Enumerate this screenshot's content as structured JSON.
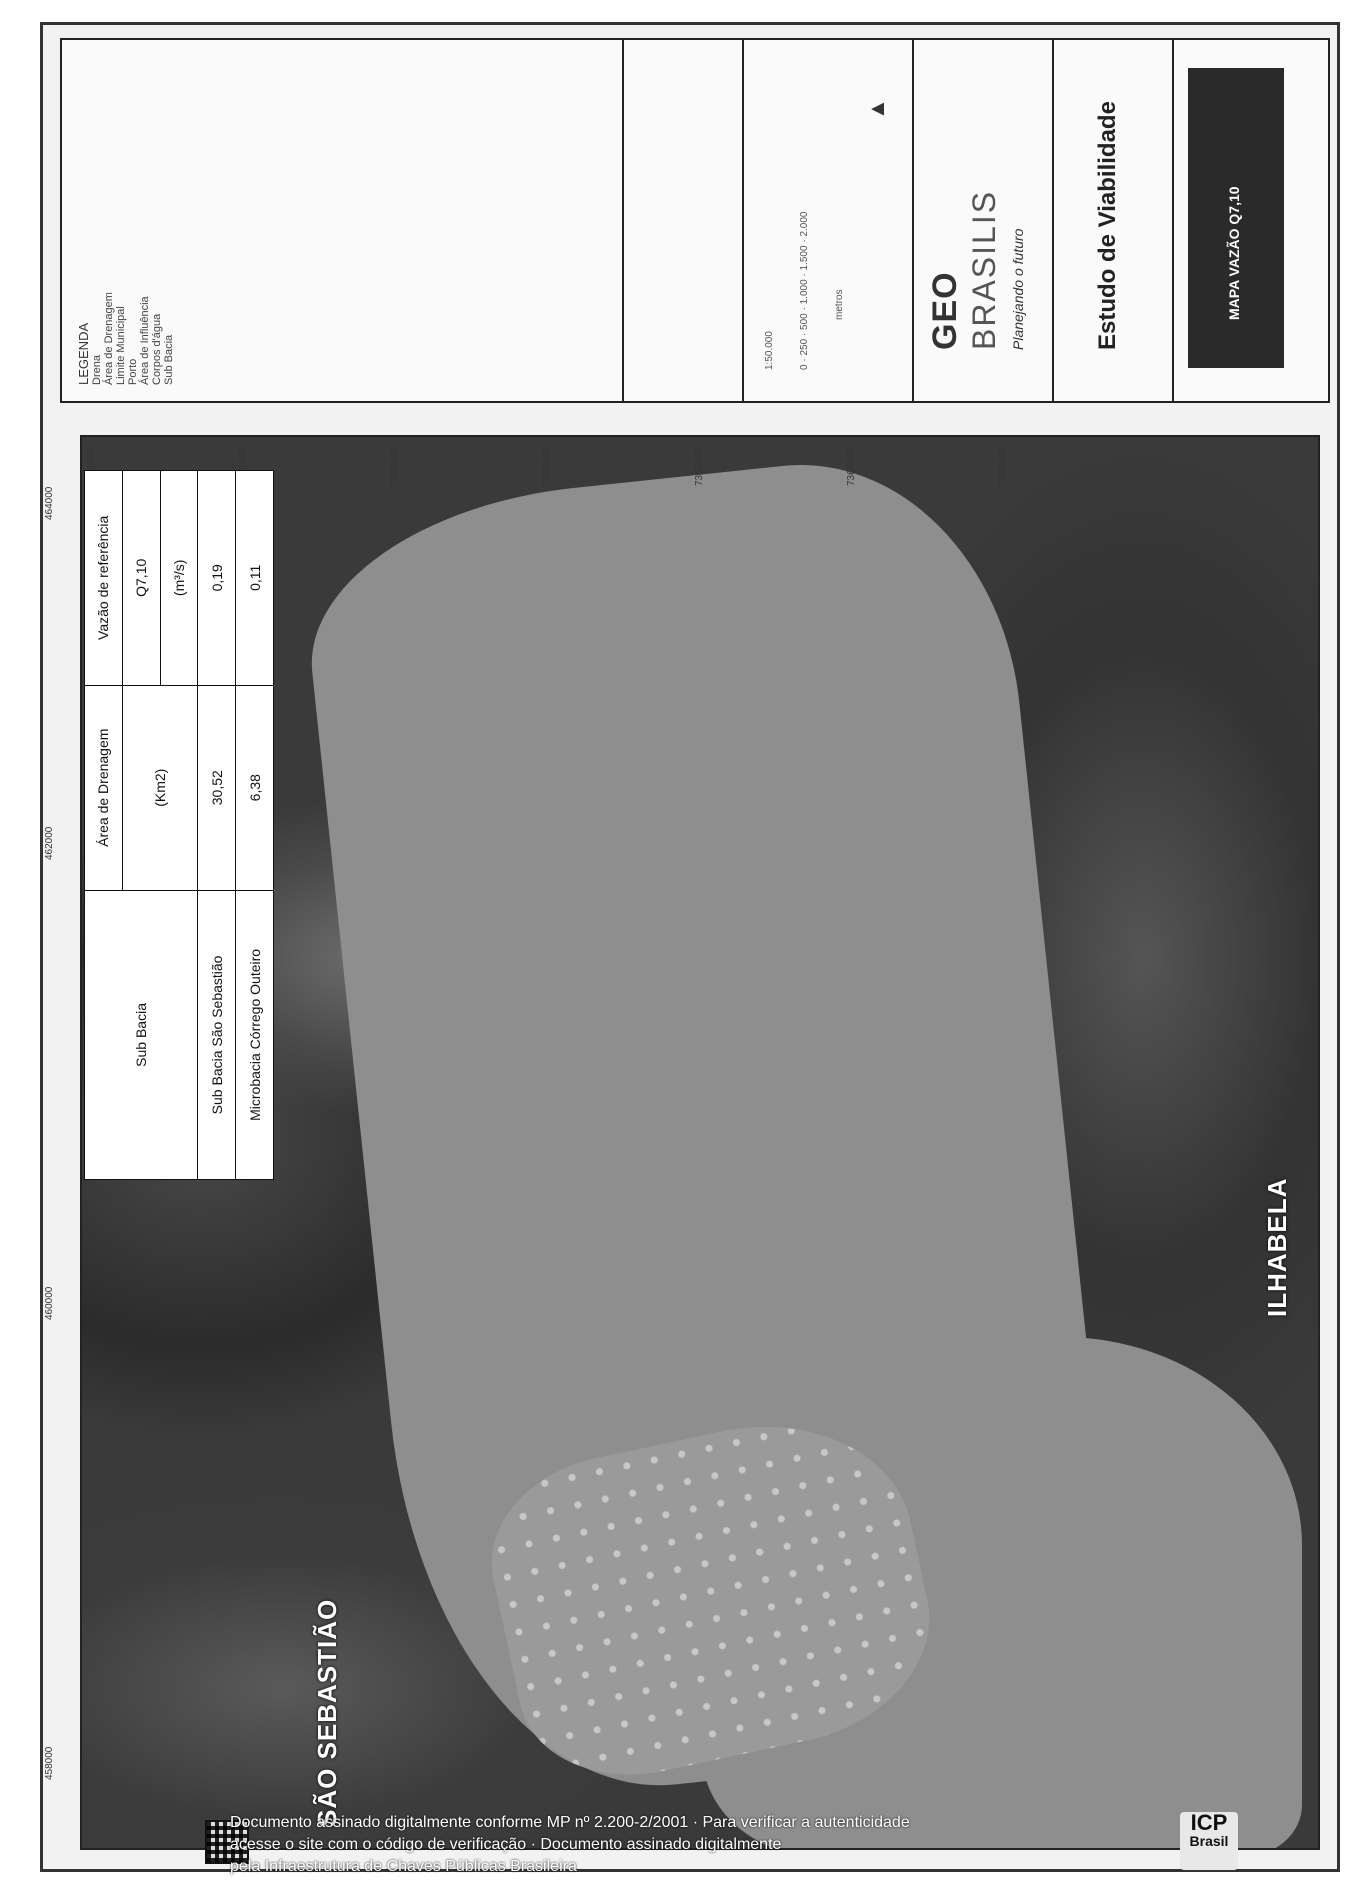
{
  "legend": {
    "title": "LEGENDA",
    "items": [
      "Drena",
      "Área de Drenagem",
      "Limite Municipal",
      "Porto",
      "Área de Influência",
      "Corpos d'água",
      "Sub Bacia"
    ]
  },
  "title_block": {
    "logo_geo": "GEO",
    "logo_brasilis": "BRASILIS",
    "tagline": "Planejando o futuro",
    "study": "Estudo de Viabilidade",
    "map_title": "MAPA VAZÃO Q7,10",
    "scale_label": "1:50.000",
    "scale_ticks": [
      "0",
      "250",
      "500",
      "1.000",
      "1.500",
      "2.000"
    ],
    "scale_unit": "metros"
  },
  "map": {
    "label_left_town": "SÃO SEBASTIÃO",
    "label_right_town": "ILHABELA",
    "x_ticks": [
      "458000",
      "460000",
      "462000",
      "464000"
    ],
    "y_ticks": [
      "7371000",
      "7370000",
      "7369000",
      "7368000",
      "7367000",
      "7366000",
      "7365000"
    ]
  },
  "table": {
    "headers": {
      "sub_bacia": "Sub Bacia",
      "area": "Área de Drenagem",
      "area_unit": "(Km2)",
      "vazao": "Vazão de referência",
      "vazao_symbol": "Q7,10",
      "vazao_unit": "(m³/s)"
    },
    "rows": [
      {
        "name": "Sub Bacia São Sebastião",
        "area": "30,52",
        "q": "0,19"
      },
      {
        "name": "Microbacia Córrego Outeiro",
        "area": "6,38",
        "q": "0,11"
      }
    ]
  },
  "footer": {
    "line1": "Documento assinado digitalmente conforme MP nº 2.200-2/2001 · Para verificar a autenticidade",
    "line2": "acesse o site com o código de verificação · Documento assinado digitalmente",
    "line3": "pela Infraestrutura de Chaves Públicas Brasileira",
    "icp_line1": "ICP",
    "icp_line2": "Brasil"
  }
}
